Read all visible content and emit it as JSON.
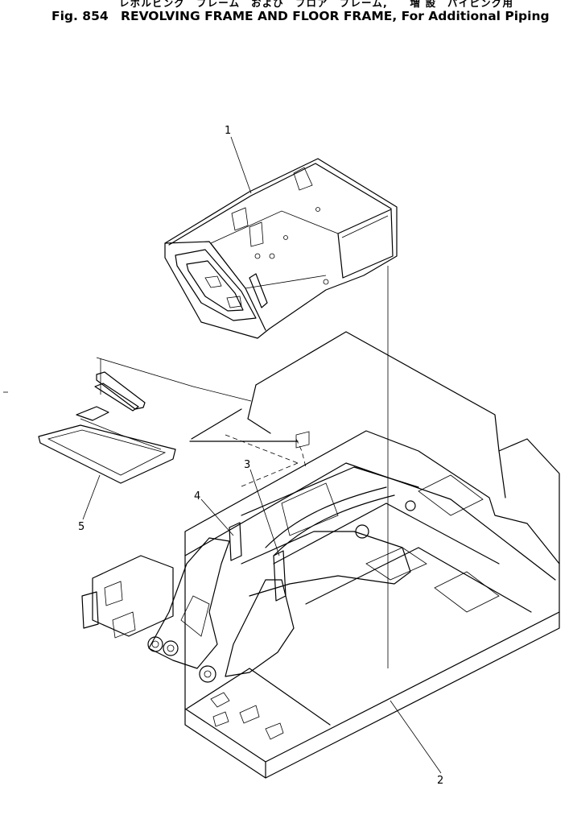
{
  "header": {
    "japanese_title": "レボルビング　フレーム　および　フロア　フレーム,　　増 設　パイピング用",
    "fig_label": "Fig. 854",
    "title": "REVOLVING FRAME AND FLOOR FRAME, For Additional Piping"
  },
  "callouts": [
    "1",
    "2",
    "3",
    "4",
    "5"
  ]
}
